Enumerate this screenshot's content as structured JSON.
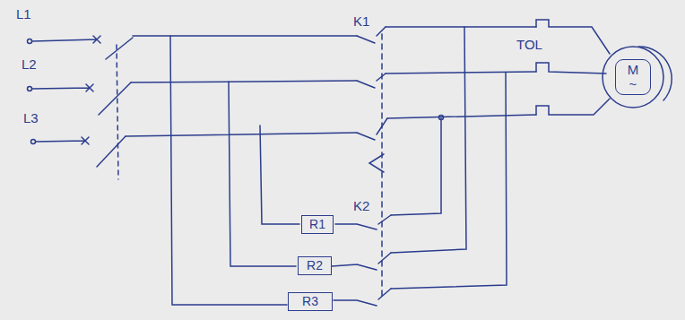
{
  "diagram": {
    "nodes": [
      {
        "text": [
          "R1"
        ]
      },
      {
        "text": [
          "R2"
        ]
      },
      {
        "text": [
          "R3"
        ]
      },
      {
        "text": [
          "M ~"
        ]
      }
    ],
    "labels": [
      "L1",
      "L2",
      "L3",
      "K1",
      "TOL",
      "K2"
    ]
  }
}
